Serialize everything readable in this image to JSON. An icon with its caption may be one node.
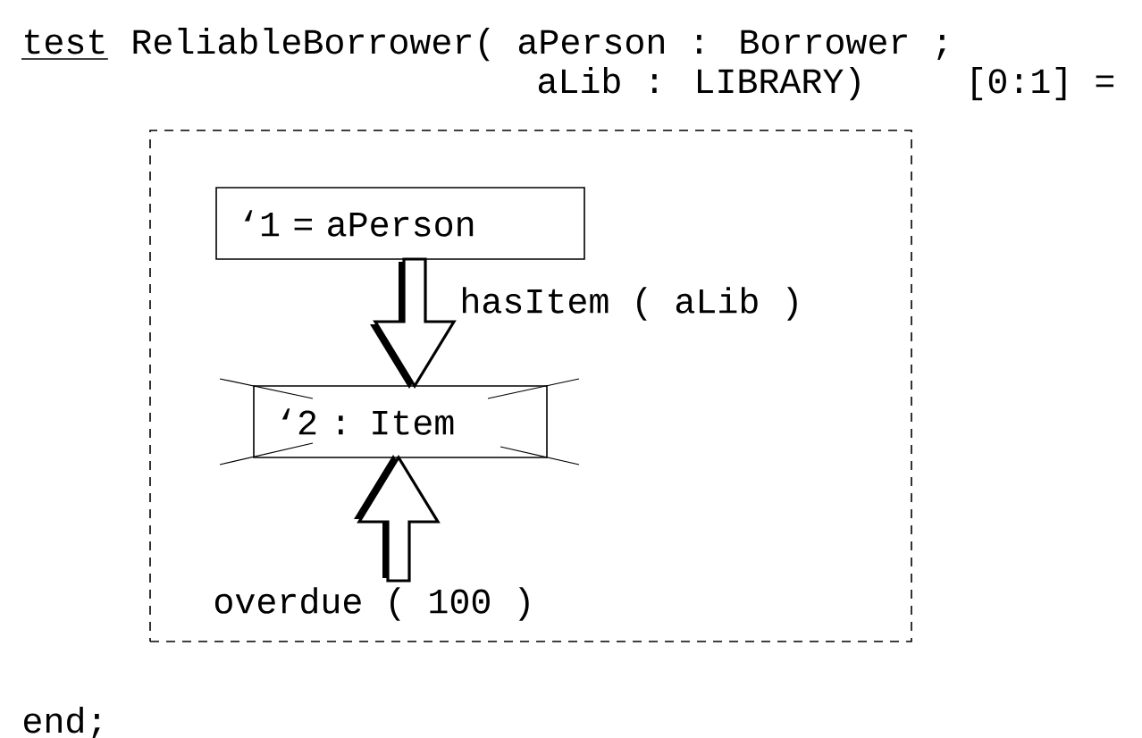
{
  "diagram": {
    "nodes": [
      {
        "text": [],
        "shape": "box"
      },
      {
        "text": [
          "‘1 = aPerson"
        ],
        "in": 0
      },
      {
        "text": [
          "‘2 : Item"
        ],
        "in": 0
      }
    ],
    "edges": [
      {
        "from": 1,
        "to": 2,
        "arrow": "to",
        "label": "hasItem ( aLib )"
      },
      {
        "from": null,
        "to": 2,
        "arrow": "to",
        "label": "overdue ( 100 )"
      }
    ],
    "labels": [
      "test",
      "ReliableBorrower( aPerson : Borrower ;",
      "aLib : LIBRARY)",
      "[0:1] =",
      "end;"
    ]
  }
}
